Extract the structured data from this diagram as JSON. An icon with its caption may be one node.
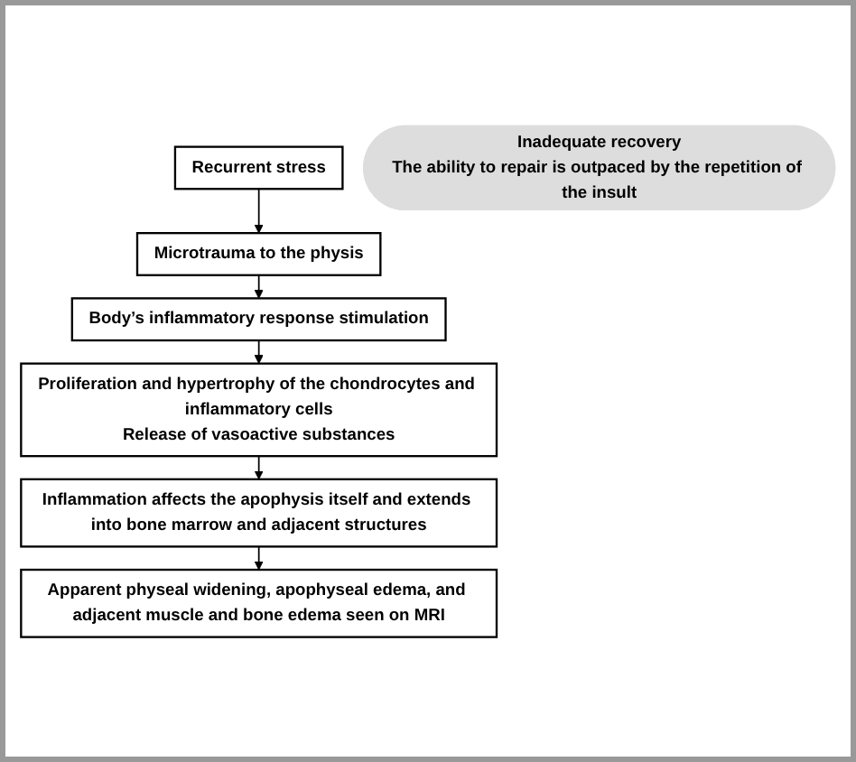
{
  "diagram": {
    "nodes": [
      {
        "text": [
          "Recurrent stress"
        ]
      },
      {
        "text": [
          "Inadequate recovery",
          "The ability to repair is outpaced by the repetition of the insult"
        ]
      },
      {
        "text": [
          "Microtrauma to the physis"
        ]
      },
      {
        "text": [
          "Body’s inflammatory response stimulation"
        ]
      },
      {
        "text": [
          "Proliferation and hypertrophy of the chondrocytes and inflammatory cells",
          "Release of vasoactive substances"
        ]
      },
      {
        "text": [
          "Inflammation affects the apophysis itself and extends into bone marrow and adjacent structures"
        ]
      },
      {
        "text": [
          "Apparent physeal widening, apophyseal edema, and adjacent muscle and bone edema seen on MRI"
        ]
      }
    ],
    "edges": [
      {
        "from": 0,
        "to": 2,
        "arrow": "to"
      },
      {
        "from": 2,
        "to": 3,
        "arrow": "to"
      },
      {
        "from": 3,
        "to": 4,
        "arrow": "to"
      },
      {
        "from": 4,
        "to": 5,
        "arrow": "to"
      },
      {
        "from": 5,
        "to": 6,
        "arrow": "to"
      }
    ]
  }
}
